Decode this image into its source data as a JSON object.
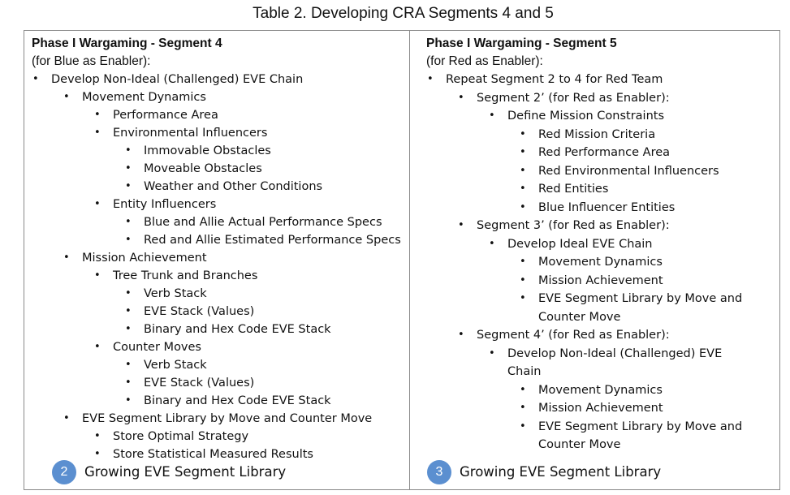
{
  "caption": "Table 2. Developing CRA Segments 4 and 5",
  "left": {
    "heading": "Phase I Wargaming - Segment 4",
    "subheading": "(for Blue as Enabler):",
    "items": [
      {
        "level": 1,
        "text": "Develop Non-Ideal (Challenged) EVE Chain"
      },
      {
        "level": 2,
        "text": "Movement Dynamics"
      },
      {
        "level": 3,
        "text": "Performance Area"
      },
      {
        "level": 3,
        "text": "Environmental Influencers"
      },
      {
        "level": 4,
        "text": "Immovable Obstacles"
      },
      {
        "level": 4,
        "text": "Moveable Obstacles"
      },
      {
        "level": 4,
        "text": "Weather and Other Conditions"
      },
      {
        "level": 3,
        "text": "Entity Influencers"
      },
      {
        "level": 4,
        "text": "Blue and Allie Actual Performance Specs"
      },
      {
        "level": 4,
        "text": "Red and Allie Estimated Performance Specs"
      },
      {
        "level": 2,
        "text": "Mission Achievement"
      },
      {
        "level": 3,
        "text": "Tree Trunk and Branches"
      },
      {
        "level": 4,
        "text": "Verb Stack"
      },
      {
        "level": 4,
        "text": "EVE Stack (Values)"
      },
      {
        "level": 4,
        "text": "Binary and Hex Code EVE Stack"
      },
      {
        "level": 3,
        "text": "Counter Moves"
      },
      {
        "level": 4,
        "text": "Verb Stack"
      },
      {
        "level": 4,
        "text": "EVE Stack (Values)"
      },
      {
        "level": 4,
        "text": "Binary and Hex Code EVE Stack"
      },
      {
        "level": 2,
        "text": "EVE Segment Library by Move and Counter Move"
      },
      {
        "level": 3,
        "text": "Store Optimal Strategy"
      },
      {
        "level": 3,
        "text": "Store Statistical Measured Results"
      }
    ],
    "badge": "2",
    "footer": "Growing EVE Segment Library"
  },
  "right": {
    "heading": "Phase I Wargaming - Segment 5",
    "subheading": "(for Red as Enabler):",
    "items": [
      {
        "level": 1,
        "text": "Repeat Segment 2 to 4 for Red Team"
      },
      {
        "level": 2,
        "text": "Segment 2’ (for Red as Enabler):"
      },
      {
        "level": 3,
        "text": "Define Mission Constraints"
      },
      {
        "level": 4,
        "text": "Red Mission Criteria"
      },
      {
        "level": 4,
        "text": "Red Performance Area"
      },
      {
        "level": 4,
        "text": "Red Environmental Influencers"
      },
      {
        "level": 4,
        "text": "Red Entities"
      },
      {
        "level": 4,
        "text": "Blue Influencer Entities"
      },
      {
        "level": 2,
        "text": "Segment 3’ (for Red as Enabler):"
      },
      {
        "level": 3,
        "text": "Develop Ideal EVE Chain"
      },
      {
        "level": 4,
        "text": "Movement Dynamics"
      },
      {
        "level": 4,
        "text": "Mission Achievement"
      },
      {
        "level": 4,
        "text": "EVE Segment Library by Move and Counter Move"
      },
      {
        "level": 2,
        "text": "Segment 4’ (for Red as Enabler):"
      },
      {
        "level": 3,
        "text": "Develop Non-Ideal (Challenged) EVE Chain"
      },
      {
        "level": 4,
        "text": "Movement Dynamics"
      },
      {
        "level": 4,
        "text": "Mission Achievement"
      },
      {
        "level": 4,
        "text": "EVE Segment Library by Move and Counter Move"
      }
    ],
    "badge": "3",
    "footer": "Growing EVE Segment Library"
  }
}
